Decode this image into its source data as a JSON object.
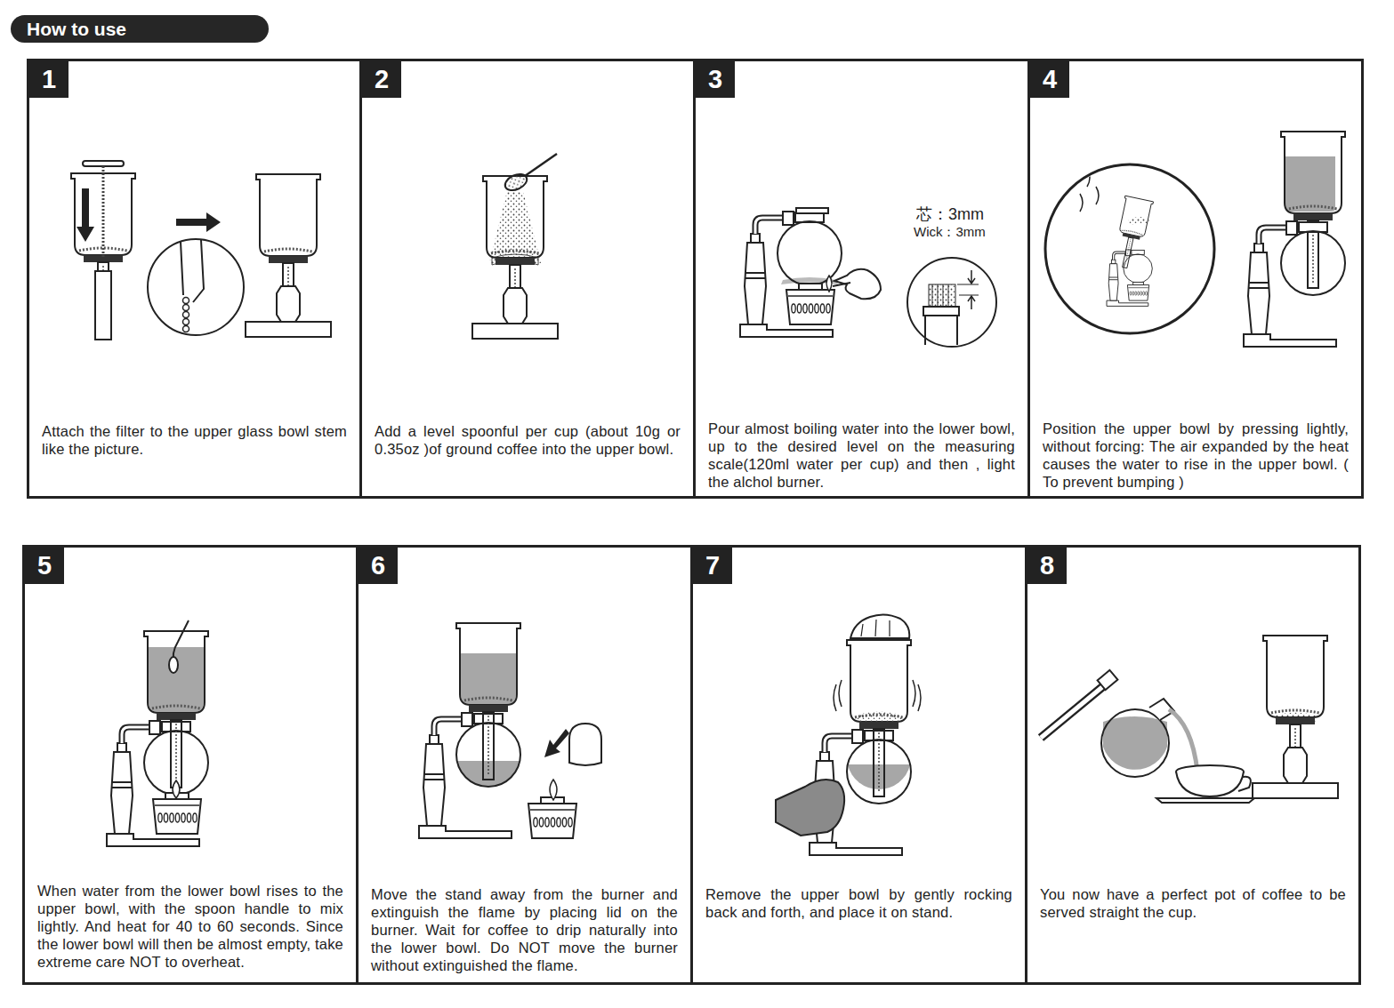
{
  "diagram": {
    "title": "How to use",
    "nodes": [
      {
        "text": [
          "1",
          "Attach the filter to the upper glass bowl stem like the picture."
        ]
      },
      {
        "text": [
          "2",
          "Add a level spoonful per cup (about 10g or 0.35oz )of ground coffee into the upper bowl."
        ]
      },
      {
        "text": [
          "3",
          "Pour almost boiling water into the lower bowl, up to the desired level on the measuring scale(120ml water per cup) and then , light the alchol burner."
        ]
      },
      {
        "text": [
          "4",
          "Position the upper bowl by pressing lightly, without forcing: The air expanded by the heat causes the water to rise in the upper bowl. ( To prevent bumping )"
        ]
      },
      {
        "text": [
          "5",
          "When water from the lower bowl rises to the upper bowl, with the spoon handle to mix lightly. And heat for 40 to 60 seconds. Since the lower bowl will then be almost empty, take extreme care NOT to overheat."
        ]
      },
      {
        "text": [
          "6",
          "Move the stand away from the burner and extinguish the flame by placing lid on the burner. Wait for coffee to drip naturally into the lower bowl. Do NOT move the burner without extinguished the flame."
        ]
      },
      {
        "text": [
          "7",
          "Remove the upper bowl by gently rocking back and forth, and place it on stand."
        ]
      },
      {
        "text": [
          "8",
          "You now have a perfect pot of coffee to be served straight the cup."
        ]
      }
    ],
    "labels": [
      "芯：3mm",
      "Wick：3mm"
    ]
  }
}
